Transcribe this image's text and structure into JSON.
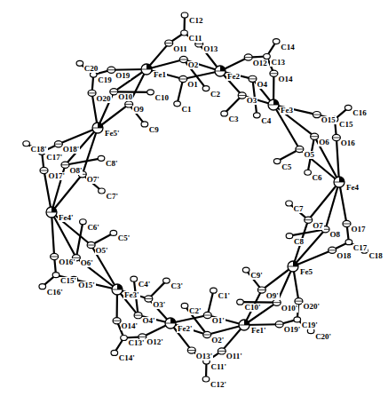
{
  "diagram": {
    "labels": [
      "Fe1",
      "Fe2",
      "Fe3",
      "Fe4",
      "Fe5",
      "O1",
      "C1",
      "O2",
      "C2",
      "O11",
      "C11",
      "C12",
      "O13",
      "O3",
      "C3",
      "O4",
      "C4",
      "O12",
      "C13",
      "C14",
      "O14",
      "O5",
      "C5",
      "O6",
      "C6",
      "O15",
      "C15",
      "C16",
      "O16",
      "O7",
      "C7",
      "O8",
      "C8",
      "O17",
      "C17",
      "C18",
      "O18",
      "O9",
      "C9",
      "O10",
      "C10",
      "O20",
      "C19",
      "C20",
      "O19",
      "Fe1'",
      "Fe2'",
      "Fe3'",
      "Fe4'",
      "Fe5'",
      "O1'",
      "C1'",
      "O2'",
      "C2'",
      "O11'",
      "C11'",
      "C12'",
      "O13'",
      "O3'",
      "C3'",
      "O4'",
      "C4'",
      "O12'",
      "C13'",
      "C14'",
      "O14'",
      "O5'",
      "C5'",
      "O6'",
      "C6'",
      "O15'",
      "C15'",
      "C16'",
      "O16'",
      "O7'",
      "C7'",
      "O8'",
      "C8'",
      "O17'",
      "C17'",
      "C18'",
      "O18'",
      "O9'",
      "C9'",
      "O10'",
      "C10'",
      "O20'",
      "C19'",
      "C20'",
      "O19'"
    ]
  }
}
